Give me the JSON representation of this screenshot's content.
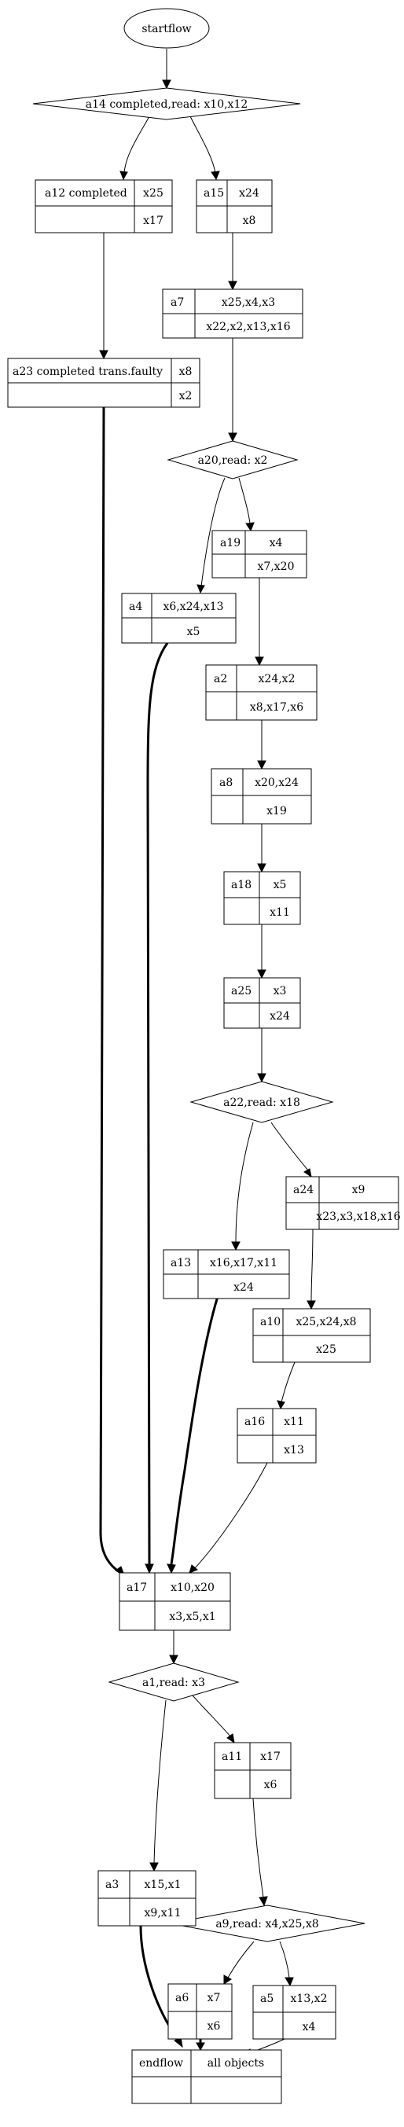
{
  "nodes": {
    "start": "startflow",
    "d_a14": "a14 completed,read: x10,x12",
    "d_a20": "a20,read: x2",
    "d_a22": "a22,read: x18",
    "d_a1": "a1,read: x3",
    "d_a9": "a9,read: x4,x25,x8",
    "a12": {
      "name": "a12 completed",
      "top": "x25",
      "bottom": "x17"
    },
    "a15": {
      "name": "a15",
      "top": "x24",
      "bottom": "x8"
    },
    "a7": {
      "name": "a7",
      "top": "x25,x4,x3",
      "bottom": "x22,x2,x13,x16"
    },
    "a23": {
      "name": "a23 completed trans.faulty",
      "top": "x8",
      "bottom": "x2"
    },
    "a19": {
      "name": "a19",
      "top": "x4",
      "bottom": "x7,x20"
    },
    "a4": {
      "name": "a4",
      "top": "x6,x24,x13",
      "bottom": "x5"
    },
    "a2": {
      "name": "a2",
      "top": "x24,x2",
      "bottom": "x8,x17,x6"
    },
    "a8": {
      "name": "a8",
      "top": "x20,x24",
      "bottom": "x19"
    },
    "a18": {
      "name": "a18",
      "top": "x5",
      "bottom": "x11"
    },
    "a25": {
      "name": "a25",
      "top": "x3",
      "bottom": "x24"
    },
    "a24": {
      "name": "a24",
      "top": "x9",
      "bottom": "x23,x3,x18,x16"
    },
    "a13": {
      "name": "a13",
      "top": "x16,x17,x11",
      "bottom": "x24"
    },
    "a10": {
      "name": "a10",
      "top": "x25,x24,x8",
      "bottom": "x25"
    },
    "a16": {
      "name": "a16",
      "top": "x11",
      "bottom": "x13"
    },
    "a17": {
      "name": "a17",
      "top": "x10,x20",
      "bottom": "x3,x5,x1"
    },
    "a11": {
      "name": "a11",
      "top": "x17",
      "bottom": "x6"
    },
    "a3": {
      "name": "a3",
      "top": "x15,x1",
      "bottom": "x9,x11"
    },
    "a6": {
      "name": "a6",
      "top": "x7",
      "bottom": "x6"
    },
    "a5": {
      "name": "a5",
      "top": "x13,x2",
      "bottom": "x4"
    },
    "end": {
      "name": "endflow",
      "top": "all objects"
    }
  }
}
